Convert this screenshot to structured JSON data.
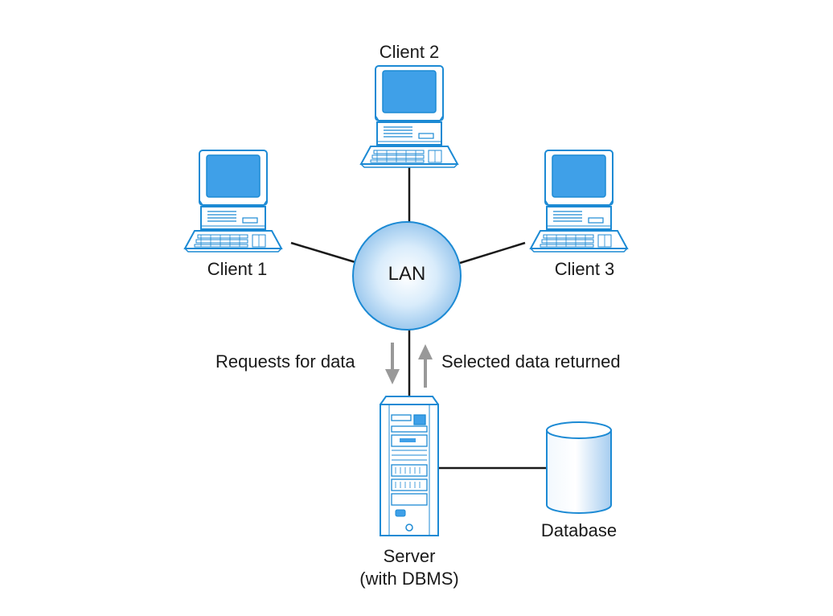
{
  "nodes": {
    "client1": {
      "label": "Client 1"
    },
    "client2": {
      "label": "Client 2"
    },
    "client3": {
      "label": "Client 3"
    },
    "lan": {
      "label": "LAN"
    },
    "server": {
      "label_line1": "Server",
      "label_line2": "(with DBMS)"
    },
    "database": {
      "label": "Database"
    }
  },
  "flows": {
    "request": {
      "label": "Requests for data",
      "direction": "down"
    },
    "response": {
      "label": "Selected data returned",
      "direction": "up"
    }
  },
  "colors": {
    "line": "#1a1a1a",
    "device_outline": "#1c8ad4",
    "screen": "#3fa0e8",
    "device_fill": "#ffffff",
    "lan_center": "#ffffff",
    "lan_edge": "#9dc9ee",
    "database_light": "#f2f8fe",
    "database_dark": "#a6cdf0",
    "arrow": "#999999"
  }
}
